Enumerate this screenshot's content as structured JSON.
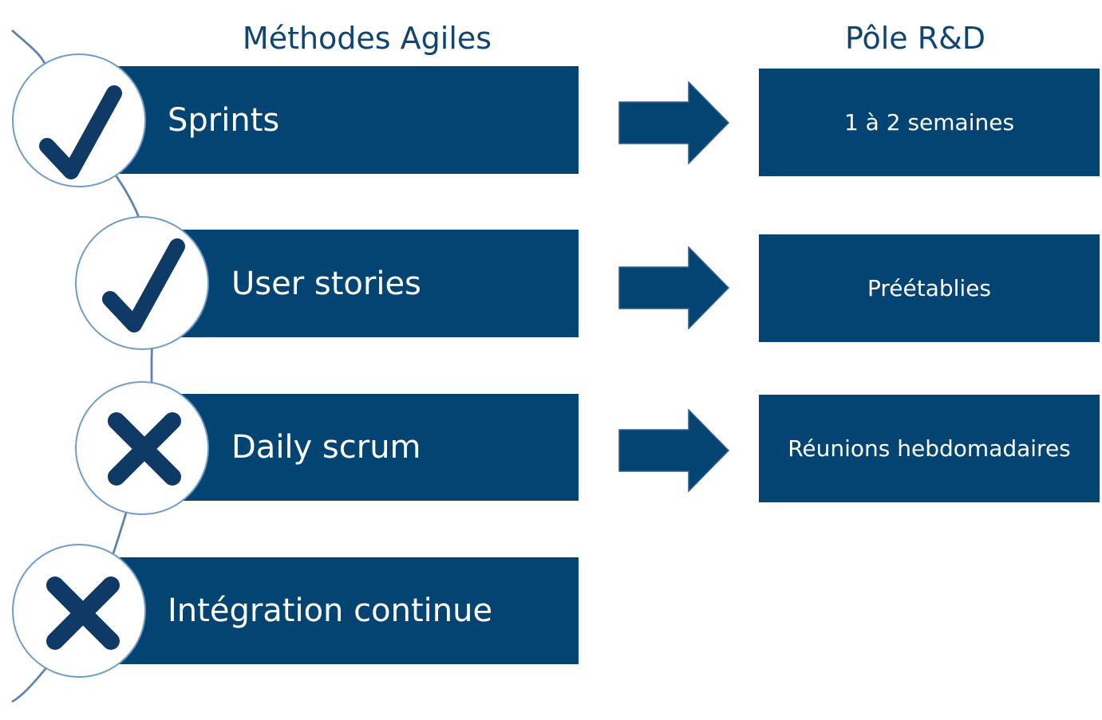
{
  "headings": {
    "left": "Méthodes Agiles",
    "right": "Pôle R&D"
  },
  "practices": [
    {
      "label": "Sprints",
      "status": "check",
      "icon": "check-icon"
    },
    {
      "label": "User stories",
      "status": "check",
      "icon": "check-icon"
    },
    {
      "label": "Daily scrum",
      "status": "cross",
      "icon": "cross-icon"
    },
    {
      "label": "Intégration continue",
      "status": "cross",
      "icon": "cross-icon"
    }
  ],
  "rd_values": [
    {
      "label": "1 à 2 semaines"
    },
    {
      "label": "Préétablies"
    },
    {
      "label": "Réunions hebdomadaires"
    }
  ],
  "colors": {
    "bar_fill": "#034472",
    "icon_fill": "#103a66",
    "circle_border": "#6e9dcc",
    "heading_text": "#0f4473"
  }
}
